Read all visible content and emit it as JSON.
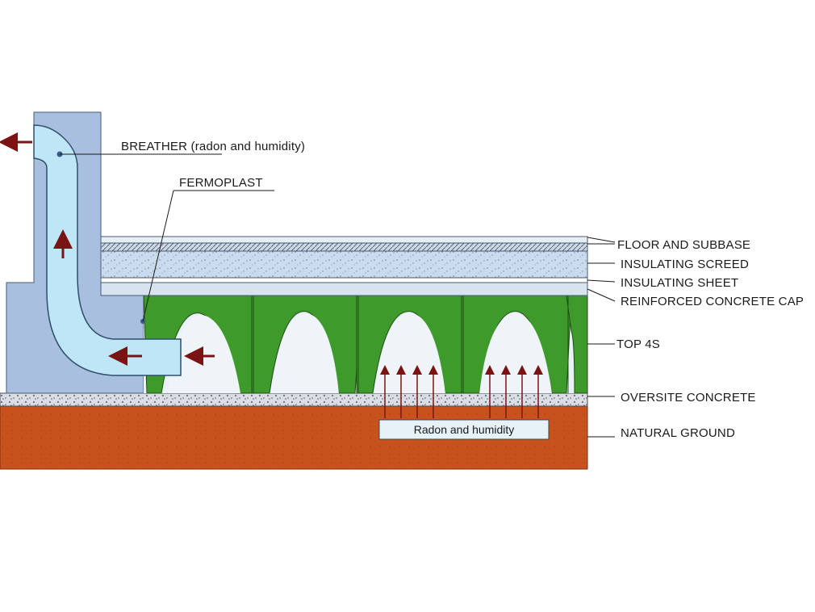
{
  "labels": {
    "breather": "BREATHER (radon and humidity)",
    "fermoplast": "FERMOPLAST",
    "floor_subbase": "FLOOR AND SUBBASE",
    "insulating_screed": "INSULATING SCREED",
    "insulating_sheet": "INSULATING SHEET",
    "reinforced_cap": "REINFORCED CONCRETE CAP",
    "top4s": "TOP 4S",
    "oversite": "OVERSITE CONCRETE",
    "natural_ground": "NATURAL GROUND",
    "radon_box": "Radon and humidity"
  },
  "colors": {
    "wall": "#a9bfe0",
    "pipe": "#bfe6f6",
    "dome_green": "#3f9a2c",
    "void": "#e9f0f6",
    "screed": "#c7d9ea",
    "ground": "#c8521d",
    "arrow": "#7a1414"
  }
}
